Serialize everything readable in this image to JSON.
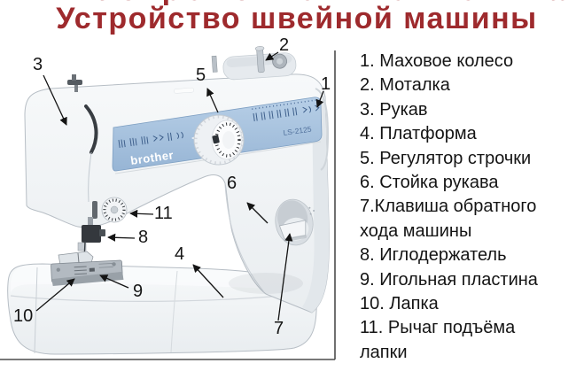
{
  "title": "Устройство швейной машины",
  "colors": {
    "title_red": "#9e2a2d",
    "panel_blue": "#a9c4df"
  },
  "machine": {
    "brand": "brother",
    "model": "LS-2125"
  },
  "legend": {
    "items": [
      "1. Маховое колесо",
      "2. Моталка",
      "3. Рукав",
      "4. Платформа",
      "5. Регулятор строчки",
      "6. Стойка рукава",
      "7.Клавиша обратного\nхода машины",
      "8. Иглодержатель",
      "9. Игольная пластина",
      "10. Лапка",
      "11. Рычаг подъёма\nлапки"
    ]
  },
  "callouts": {
    "numbers": [
      "1",
      "2",
      "3",
      "4",
      "5",
      "6",
      "7",
      "8",
      "9",
      "10",
      "11"
    ]
  }
}
